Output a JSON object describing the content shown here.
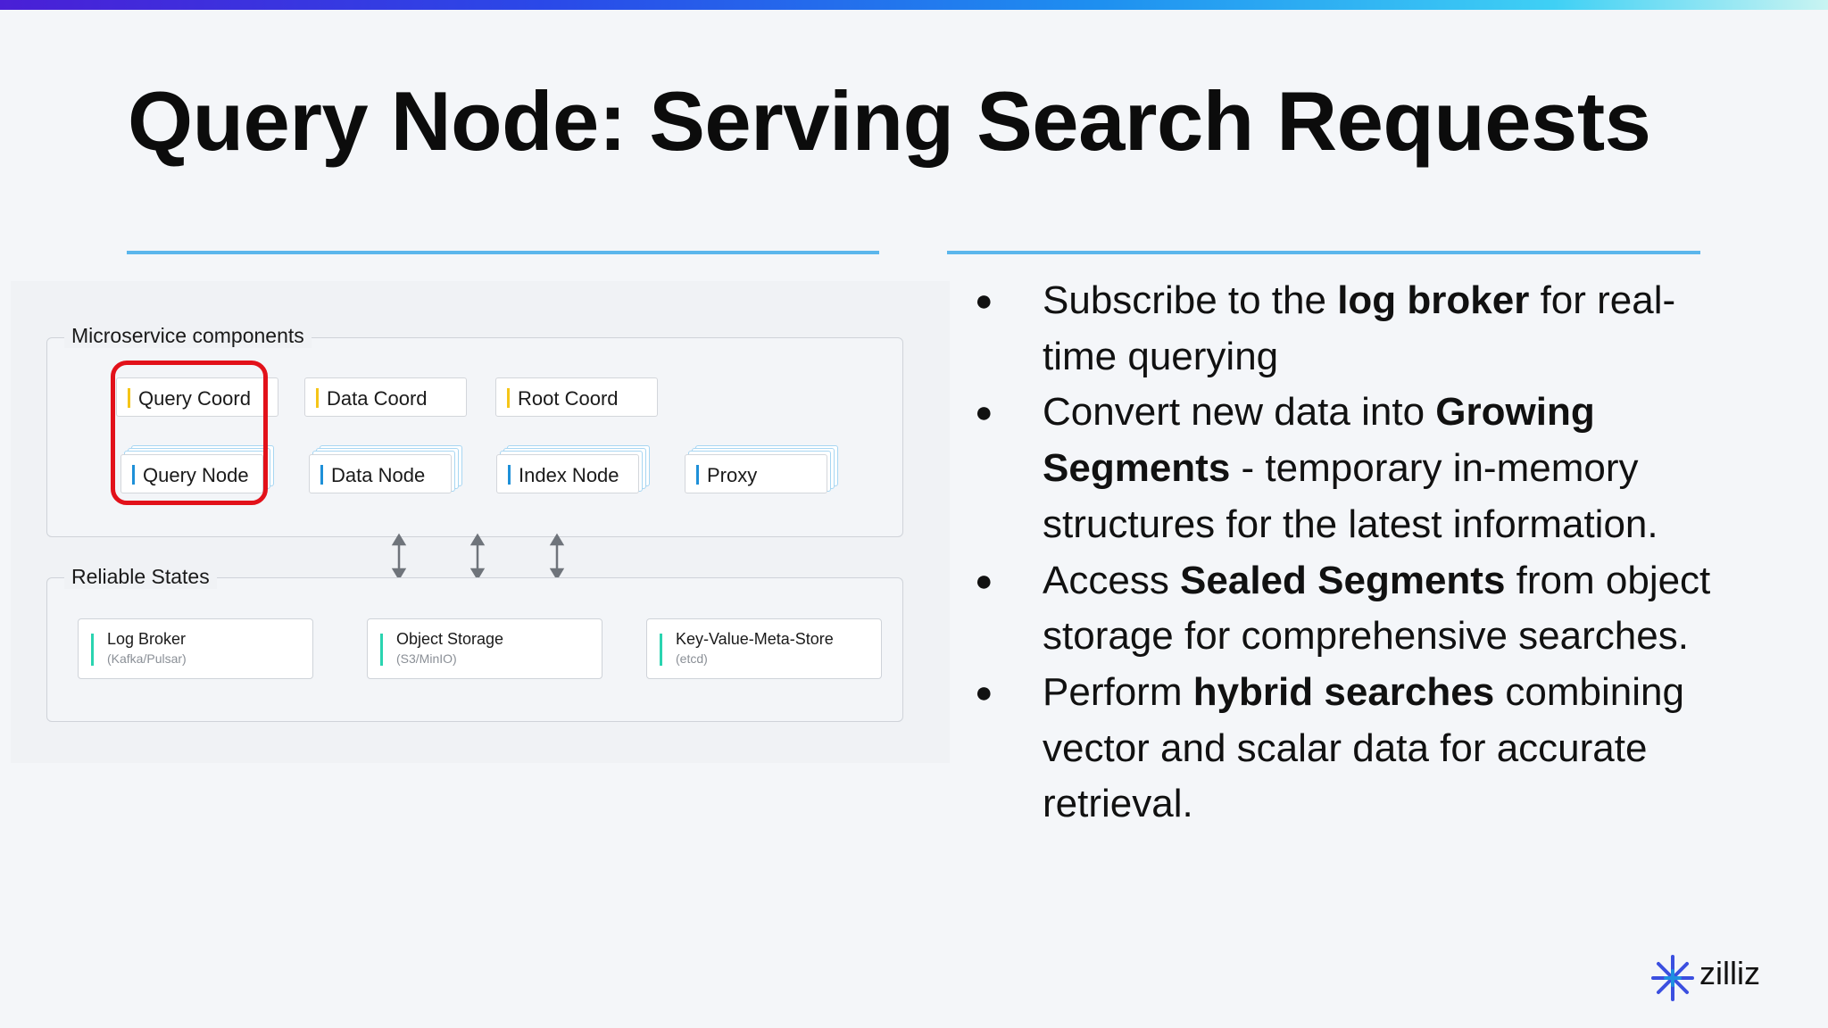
{
  "slide": {
    "title": "Query Node: Serving Search Requests"
  },
  "diagram": {
    "microservice_label": "Microservice components",
    "coords": [
      {
        "label": "Query Coord"
      },
      {
        "label": "Data Coord"
      },
      {
        "label": "Root Coord"
      }
    ],
    "nodes": [
      {
        "label": "Query Node"
      },
      {
        "label": "Data Node"
      },
      {
        "label": "Index Node"
      },
      {
        "label": "Proxy"
      }
    ],
    "reliable_label": "Reliable States",
    "states": [
      {
        "name": "Log Broker",
        "sub": "(Kafka/Pulsar)"
      },
      {
        "name": "Object Storage",
        "sub": "(S3/MinIO)"
      },
      {
        "name": "Key-Value-Meta-Store",
        "sub": "(etcd)"
      }
    ],
    "highlight_color": "#e2111a"
  },
  "bullets": [
    {
      "parts": [
        {
          "t": "Subscribe to the "
        },
        {
          "t": "log broker",
          "b": true
        },
        {
          "t": " for real-time querying"
        }
      ]
    },
    {
      "parts": [
        {
          "t": "Convert new data into "
        },
        {
          "t": "Growing Segments",
          "b": true
        },
        {
          "t": " - temporary in-memory structures for the latest information."
        }
      ]
    },
    {
      "parts": [
        {
          "t": "Access "
        },
        {
          "t": "Sealed Segments",
          "b": true
        },
        {
          "t": " from object storage for comprehensive searches."
        }
      ]
    },
    {
      "parts": [
        {
          "t": "Perform "
        },
        {
          "t": "hybrid searches",
          "b": true
        },
        {
          "t": " combining vector and scalar data for accurate retrieval."
        }
      ]
    }
  ],
  "logo": {
    "text": "zilliz"
  },
  "colors": {
    "accent_bar_start": "#4a1fd6",
    "accent_bar_end": "#3fd0f5",
    "rule": "#5bb6ec"
  }
}
